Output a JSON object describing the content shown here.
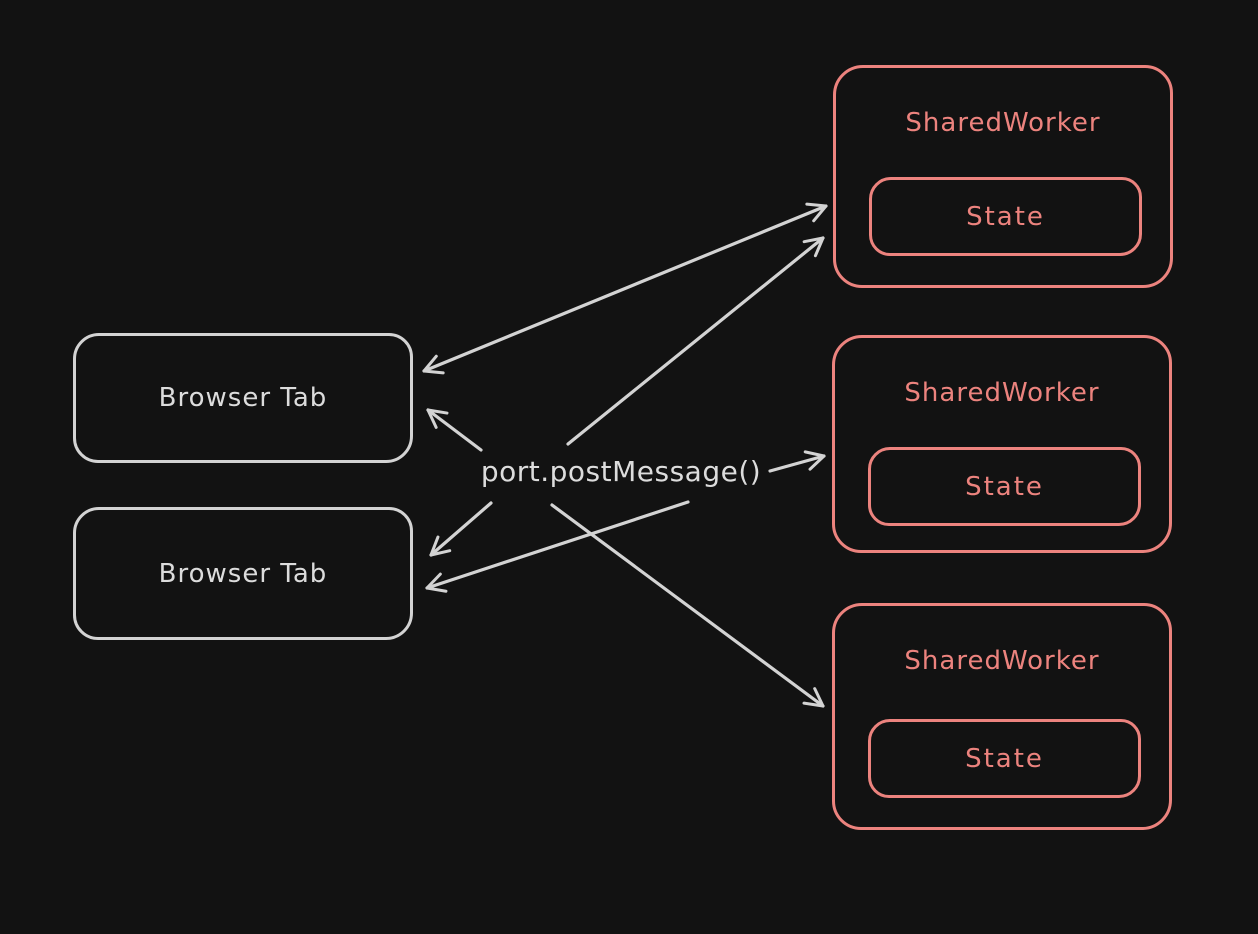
{
  "diagram": {
    "title_hint": "SharedWorker message passing diagram",
    "background_color": "#121212",
    "colors": {
      "neutral_stroke": "#d3d3d3",
      "accent_stroke": "#ec837e"
    },
    "center_label": "port.postMessage()",
    "browser_tabs": [
      {
        "label": "Browser Tab"
      },
      {
        "label": "Browser Tab"
      }
    ],
    "shared_workers": [
      {
        "label": "SharedWorker",
        "state": "State"
      },
      {
        "label": "SharedWorker",
        "state": "State"
      },
      {
        "label": "SharedWorker",
        "state": "State"
      }
    ]
  }
}
